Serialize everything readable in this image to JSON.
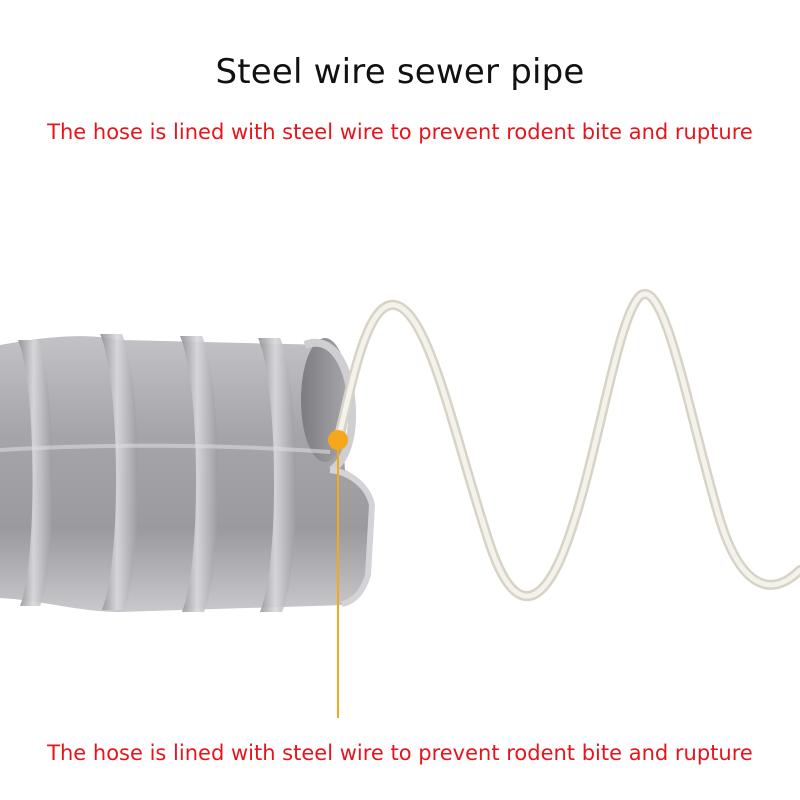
{
  "title": "Steel wire sewer pipe",
  "caption_top": "The hose is lined with steel wire to prevent rodent bite and rupture",
  "caption_bottom": "The hose is lined with steel wire to prevent rodent bite and rupture",
  "colors": {
    "caption": "#e8141b",
    "hose": "#a9a8ac",
    "wire": "#ece9e1",
    "marker": "#f5a81c"
  }
}
